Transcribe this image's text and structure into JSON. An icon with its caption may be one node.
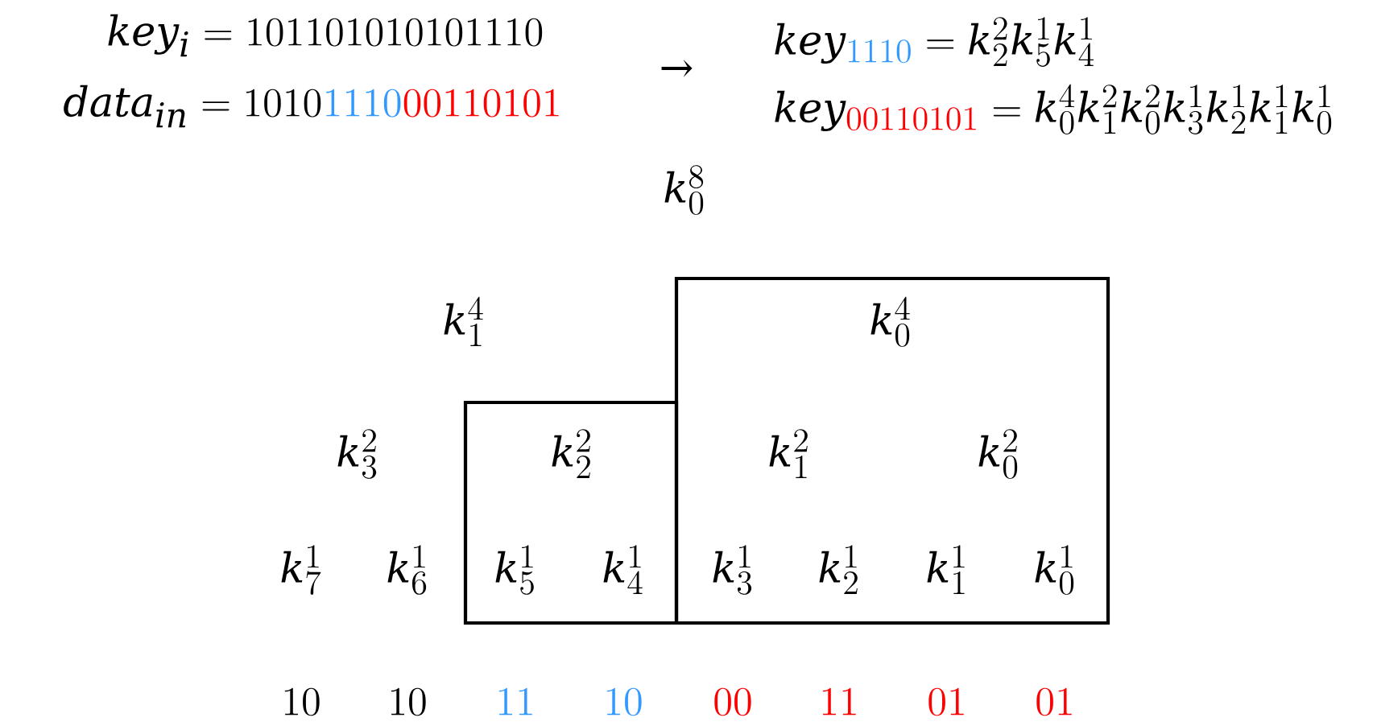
{
  "diagram": {
    "nodes": [
      {
        "text": [
          "k_2^2",
          "k_5^1",
          "k_4^1"
        ]
      },
      {
        "text": [
          "k_0^4",
          "k_1^2",
          "k_0^2",
          "k_3^1",
          "k_2^1",
          "k_1^1",
          "k_0^1"
        ]
      }
    ],
    "labels": [
      "key_i = 101101010101110",
      "→",
      "key_{\\color[HTML]{3399FF}1110} = k_2^2k_5^1k_4^1",
      "data_{in} = 1010{\\color[HTML]{3399FF}1110}{\\color[HTML]{FF0000}00110101}",
      "key_{\\color[HTML]{FF0000}00110101} = k_0^4k_1^2k_0^2k_3^1k_2^1k_1^1k_0^1",
      "k_0^8",
      "k_1^4",
      "k_3^2",
      "k_7^1",
      "k_6^1",
      "10",
      "10",
      "{\\color[HTML]{3399FF}11}",
      "{\\color[HTML]{3399FF}10}",
      "{\\color[HTML]{FF0000}00}",
      "{\\color[HTML]{FF0000}11}",
      "{\\color[HTML]{FF0000}01}",
      "{\\color[HTML]{FF0000}01}"
    ]
  }
}
